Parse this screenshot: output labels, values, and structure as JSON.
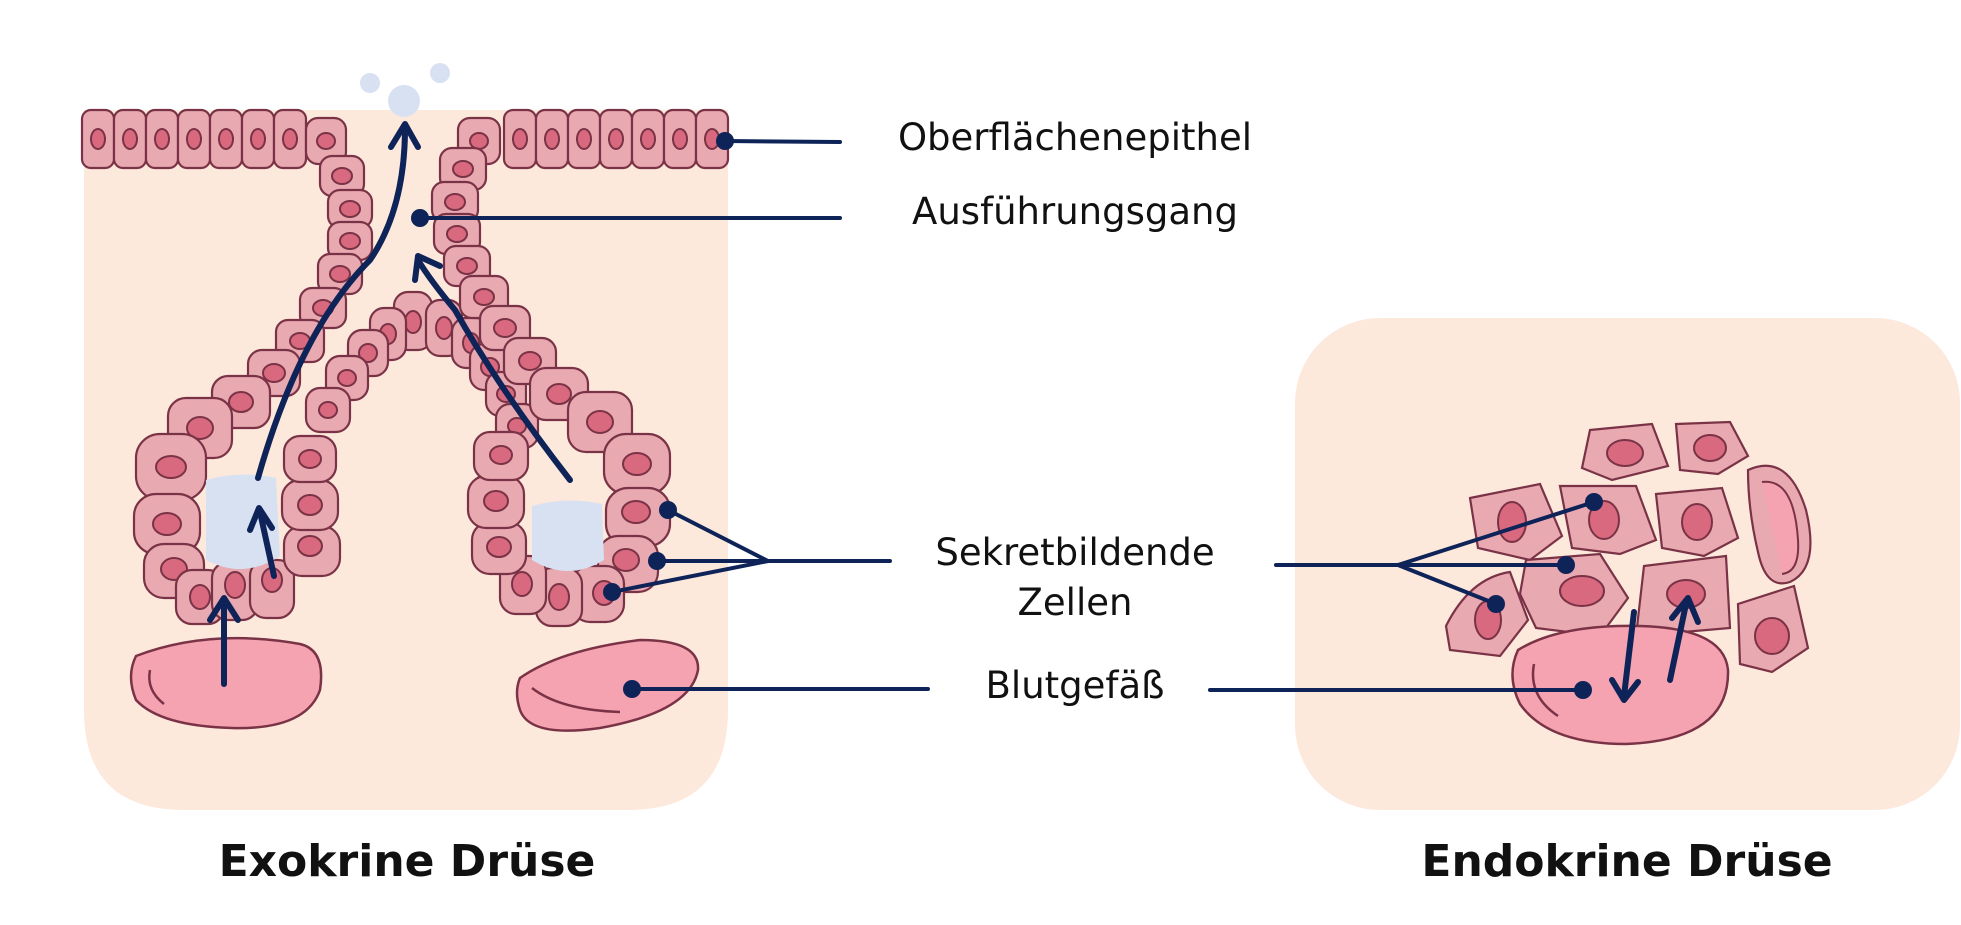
{
  "labels": {
    "surface_epithelium": "Oberflächenepithel",
    "duct": "Ausführungsgang",
    "secretory_cells_line1": "Sekretbildende",
    "secretory_cells_line2": "Zellen",
    "blood_vessel": "Blutgefäß"
  },
  "panels": {
    "exocrine_title": "Exokrine Drüse",
    "endocrine_title": "Endokrine Drüse"
  },
  "colors": {
    "tissue_background": "#fde8dc",
    "cell_fill": "#e8a9b1",
    "nucleus_fill": "#d9697e",
    "vessel_fill": "#f5a3b1",
    "pointer_color": "#0e2358",
    "secretion_color": "#d8e1f2"
  }
}
